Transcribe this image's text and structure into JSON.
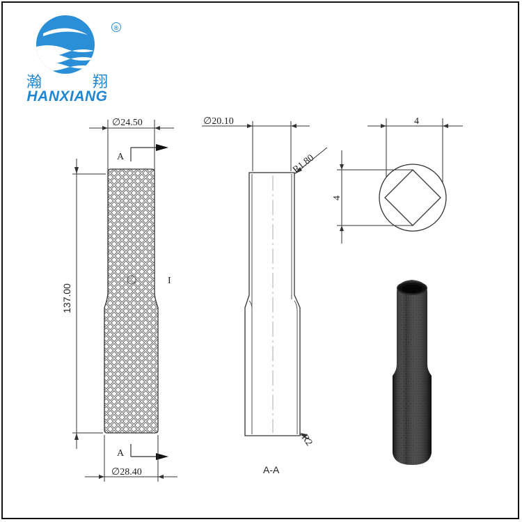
{
  "logo": {
    "mark": "®",
    "chinese_left": "瀚",
    "chinese_right": "翔",
    "english": "HANXIANG",
    "brand_color": "#1f86d1"
  },
  "front_view": {
    "top_diameter": "∅24.50",
    "bottom_diameter": "∅28.40",
    "length": "137.00",
    "section_marker_top": "A",
    "section_marker_bottom": "A",
    "detail_marker": "I"
  },
  "section_view": {
    "diameter": "∅20.10",
    "top_radius": "R1.80",
    "bottom_radius": "R2",
    "label": "A-A"
  },
  "end_view": {
    "width": "4",
    "height": "4"
  },
  "photo": {
    "description_icon": "knurled-sleeve-photo"
  }
}
